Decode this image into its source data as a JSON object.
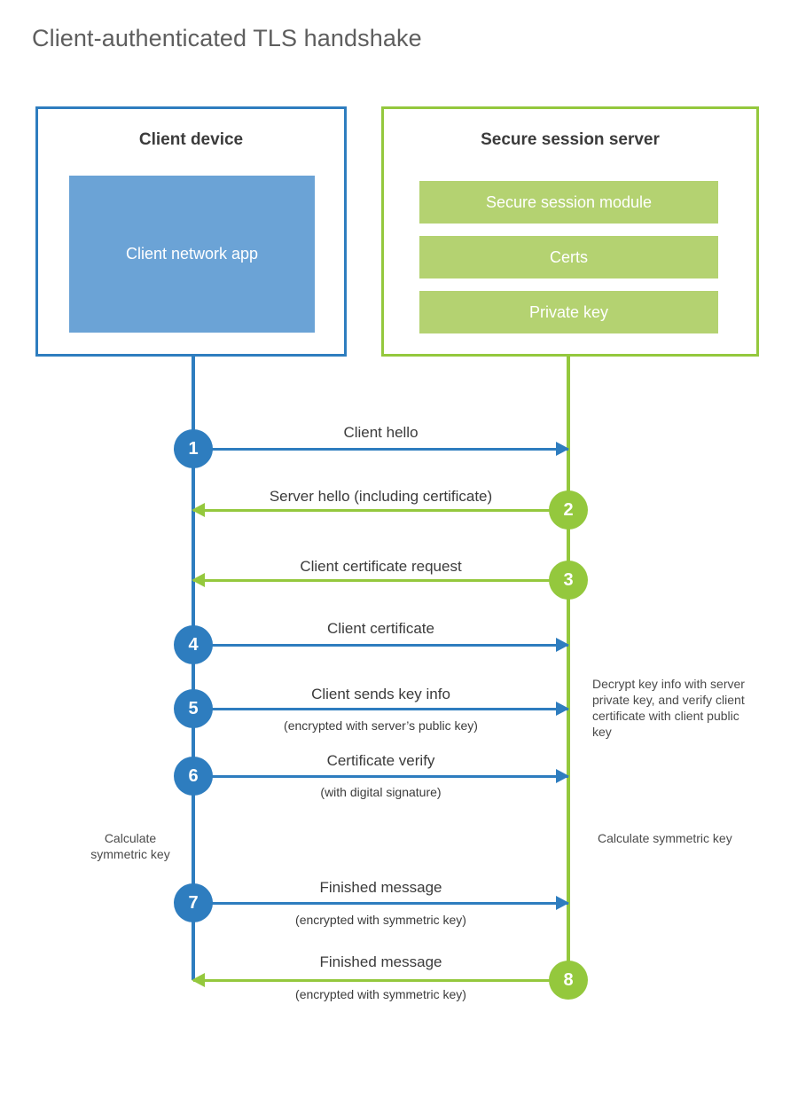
{
  "title": "Client-authenticated TLS handshake",
  "colors": {
    "client_blue": "#2e7dbf",
    "client_app_blue": "#6ba3d6",
    "server_green": "#94c83d",
    "server_bar_green": "#b4d271",
    "text_dark": "#3b3b3b",
    "title_gray": "#5e5e5e"
  },
  "client": {
    "title": "Client device",
    "app_label": "Client network app"
  },
  "server": {
    "title": "Secure session server",
    "components": [
      "Secure session module",
      "Certs",
      "Private key"
    ]
  },
  "messages": [
    {
      "number": "1",
      "direction": "client-to-server",
      "label": "Client hello",
      "sublabel": ""
    },
    {
      "number": "2",
      "direction": "server-to-client",
      "label": "Server hello (including certificate)",
      "sublabel": ""
    },
    {
      "number": "3",
      "direction": "server-to-client",
      "label": "Client certificate request",
      "sublabel": ""
    },
    {
      "number": "4",
      "direction": "client-to-server",
      "label": "Client certificate",
      "sublabel": ""
    },
    {
      "number": "5",
      "direction": "client-to-server",
      "label": "Client sends key info",
      "sublabel": "(encrypted with server’s public key)"
    },
    {
      "number": "6",
      "direction": "client-to-server",
      "label": "Certificate verify",
      "sublabel": "(with digital signature)"
    },
    {
      "number": "7",
      "direction": "client-to-server",
      "label": "Finished message",
      "sublabel": "(encrypted with symmetric key)"
    },
    {
      "number": "8",
      "direction": "server-to-client",
      "label": "Finished message",
      "sublabel": "(encrypted with symmetric key)"
    }
  ],
  "notes": {
    "server_decrypt": "Decrypt key info with server private key, and verify client certificate with client public key",
    "client_calculate": "Calculate symmetric key",
    "server_calculate": "Calculate symmetric key"
  }
}
